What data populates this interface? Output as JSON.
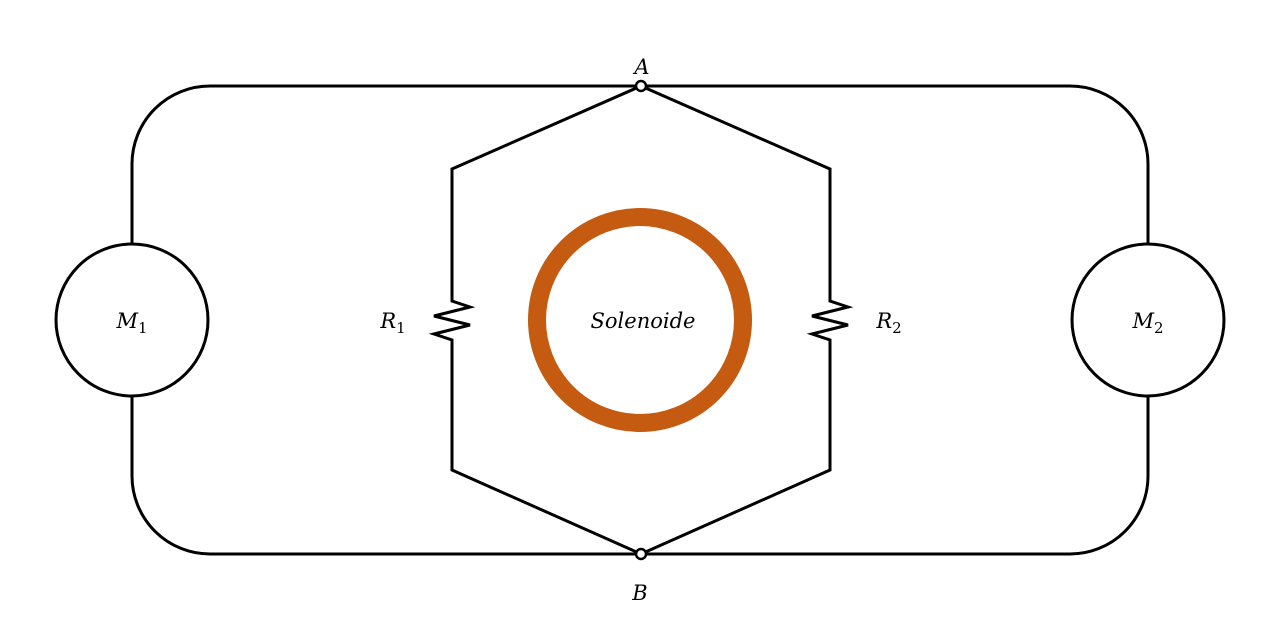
{
  "diagram": {
    "nodes": {
      "top": {
        "label": "A"
      },
      "bottom": {
        "label": "B"
      }
    },
    "meters": [
      {
        "symbol": "M",
        "index": "1"
      },
      {
        "symbol": "M",
        "index": "2"
      }
    ],
    "resistors": [
      {
        "symbol": "R",
        "index": "1"
      },
      {
        "symbol": "R",
        "index": "2"
      }
    ],
    "solenoid": {
      "label": "Solenoide",
      "color": "#c55a11"
    }
  }
}
